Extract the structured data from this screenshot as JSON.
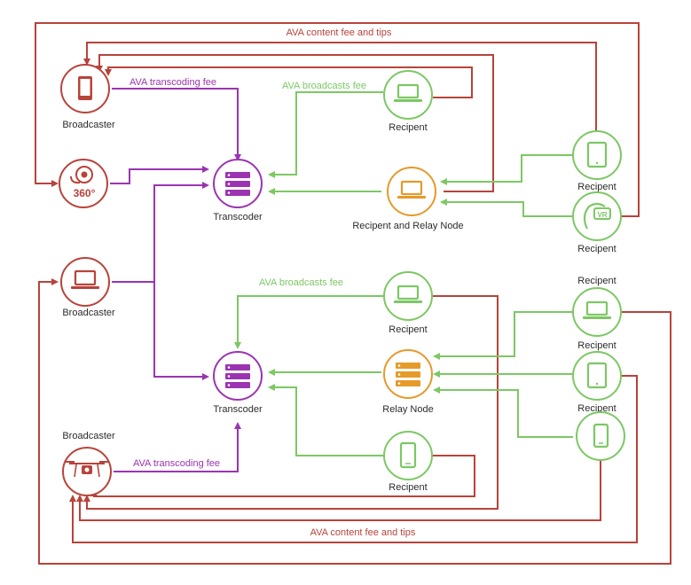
{
  "colors": {
    "red": "#b8433a",
    "purple": "#9b34b1",
    "green": "#7cc864",
    "orange": "#e59a2a"
  },
  "labels": {
    "top_fee_label": "AVA content fee and tips",
    "bottom_fee_label": "AVA content fee and tips",
    "transcoding_fee_1": "AVA transcoding fee",
    "transcoding_fee_2": "AVA transcoding fee",
    "broadcasts_fee_1": "AVA broadcasts fee",
    "broadcasts_fee_2": "AVA broadcasts fee"
  },
  "nodes": {
    "broadcaster_phone": {
      "label": "Broadcaster",
      "icon": "phone-icon"
    },
    "camera_360": {
      "label": "",
      "icon_text": "360°",
      "icon": "camera-360-icon"
    },
    "broadcaster_laptop": {
      "label": "Broadcaster",
      "icon": "laptop-icon"
    },
    "broadcaster_drone": {
      "label": "Broadcaster",
      "icon": "drone-icon"
    },
    "transcoder_top": {
      "label": "Transcoder",
      "icon": "server-icon"
    },
    "transcoder_bottom": {
      "label": "Transcoder",
      "icon": "server-icon"
    },
    "recipient_top_laptop": {
      "label": "Recipent",
      "icon": "laptop-icon"
    },
    "recipient_relay_node": {
      "label": "Recipent and Relay Node",
      "icon": "laptop-icon"
    },
    "recipient_tablet_right": {
      "label": "Recipent",
      "icon": "tablet-icon"
    },
    "recipient_vr": {
      "label": "Recipent",
      "icon": "vr-headset-icon",
      "icon_text": "VR"
    },
    "recipient_mid_laptop": {
      "label": "Recipent",
      "icon": "laptop-icon"
    },
    "relay_node": {
      "label": "Relay Node",
      "icon": "server-icon"
    },
    "recipient_bottom_phone": {
      "label": "Recipent",
      "icon": "phone-icon"
    },
    "recipient_right_laptop": {
      "label": "Recipent",
      "top_label": "Recipent",
      "icon": "laptop-icon"
    },
    "recipient_right_tablet": {
      "label": "Recipent",
      "icon": "tablet-icon"
    },
    "recipient_right_phone": {
      "label": "",
      "icon": "phone-icon"
    }
  }
}
